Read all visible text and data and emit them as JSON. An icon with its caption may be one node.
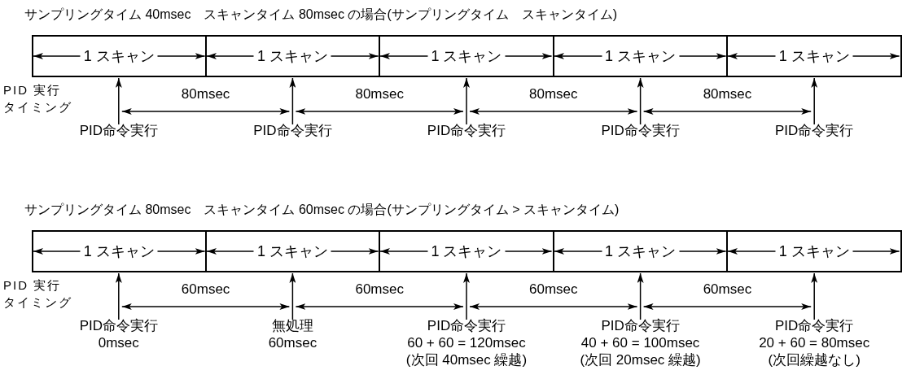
{
  "diagram": {
    "nodes": [
      {
        "text": [
          "1 スキャン"
        ]
      },
      {
        "text": [
          "1 スキャン"
        ]
      },
      {
        "text": [
          "1 スキャン"
        ]
      },
      {
        "text": [
          "1 スキャン"
        ]
      },
      {
        "text": [
          "1 スキャン"
        ]
      },
      {
        "text": [
          "PID命令実行"
        ]
      },
      {
        "text": [
          "PID命令実行"
        ]
      },
      {
        "text": [
          "PID命令実行"
        ]
      },
      {
        "text": [
          "PID命令実行"
        ]
      },
      {
        "text": [
          "PID命令実行"
        ]
      },
      {
        "text": [
          "1 スキャン"
        ]
      },
      {
        "text": [
          "1 スキャン"
        ]
      },
      {
        "text": [
          "1 スキャン"
        ]
      },
      {
        "text": [
          "1 スキャン"
        ]
      },
      {
        "text": [
          "1 スキャン"
        ]
      },
      {
        "text": [
          "PID命令実行",
          "0msec"
        ]
      },
      {
        "text": [
          "無処理",
          "60msec"
        ]
      },
      {
        "text": [
          "PID命令実行",
          "60 + 60 = 120msec",
          "(次回 40msec 繰越)"
        ]
      },
      {
        "text": [
          "PID命令実行",
          "40 + 60 = 100msec",
          "(次回 20msec 繰越)"
        ]
      },
      {
        "text": [
          "PID命令実行",
          "20 + 60 = 80msec",
          "(次回繰越なし)"
        ]
      }
    ],
    "edges": [
      {
        "from": 5,
        "to": 0,
        "arrow": "to"
      },
      {
        "from": 6,
        "to": 1,
        "arrow": "to"
      },
      {
        "from": 7,
        "to": 2,
        "arrow": "to"
      },
      {
        "from": 8,
        "to": 3,
        "arrow": "to"
      },
      {
        "from": 9,
        "to": 4,
        "arrow": "to"
      },
      {
        "from": 15,
        "to": 10,
        "arrow": "to"
      },
      {
        "from": 16,
        "to": 11,
        "arrow": "to"
      },
      {
        "from": 17,
        "to": 12,
        "arrow": "to"
      },
      {
        "from": 18,
        "to": 13,
        "arrow": "to"
      },
      {
        "from": 19,
        "to": 14,
        "arrow": "to"
      },
      {
        "from": 5,
        "to": 6,
        "arrow": "both",
        "label": "80msec"
      },
      {
        "from": 6,
        "to": 7,
        "arrow": "both",
        "label": "80msec"
      },
      {
        "from": 7,
        "to": 8,
        "arrow": "both",
        "label": "80msec"
      },
      {
        "from": 8,
        "to": 9,
        "arrow": "both",
        "label": "80msec"
      },
      {
        "from": 15,
        "to": 16,
        "arrow": "both",
        "label": "60msec"
      },
      {
        "from": 16,
        "to": 17,
        "arrow": "both",
        "label": "60msec"
      },
      {
        "from": 17,
        "to": 18,
        "arrow": "both",
        "label": "60msec"
      },
      {
        "from": 18,
        "to": 19,
        "arrow": "both",
        "label": "60msec"
      }
    ],
    "labels": [
      "サンプリングタイム 40msec　スキャンタイム 80msec の場合(サンプリングタイム　スキャンタイム)",
      "PID 実行タイミング",
      "サンプリングタイム 80msec　スキャンタイム 60msec の場合(サンプリングタイム > スキャンタイム)",
      "PID 実行タイミング"
    ]
  }
}
